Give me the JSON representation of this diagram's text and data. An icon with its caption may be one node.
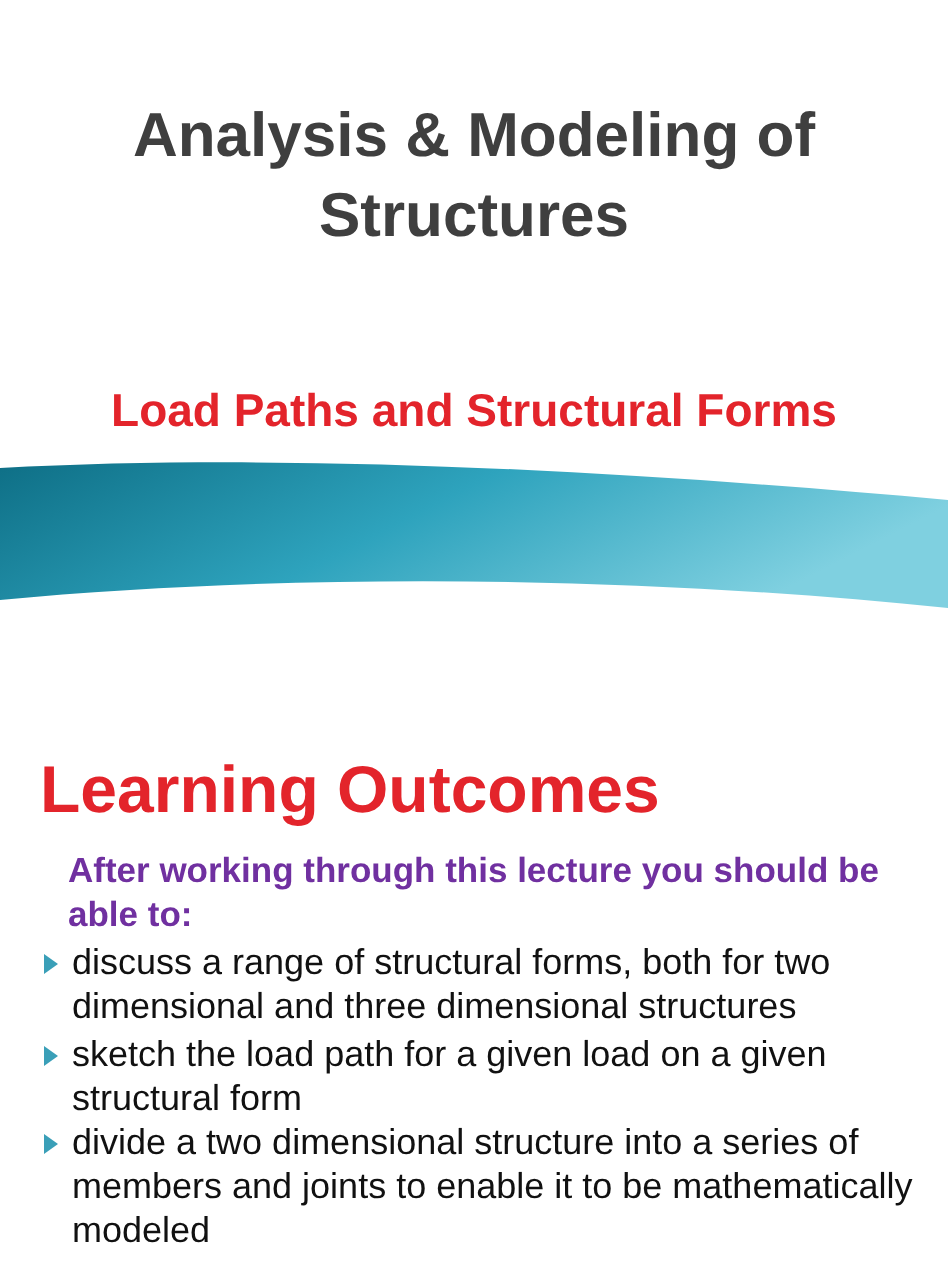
{
  "diagram": {
    "title": "Analysis & Modeling of Structures",
    "labels": [
      "Load Paths and Structural Forms",
      "Learning Outcomes",
      "After working through this lecture you should be able to:",
      "discuss a range of structural forms, both for two dimensional and three dimensional structures",
      "sketch the load path for a given load on a given structural form",
      "divide a two dimensional structure into a series of members and joints to enable it to be mathematically modeled"
    ]
  }
}
